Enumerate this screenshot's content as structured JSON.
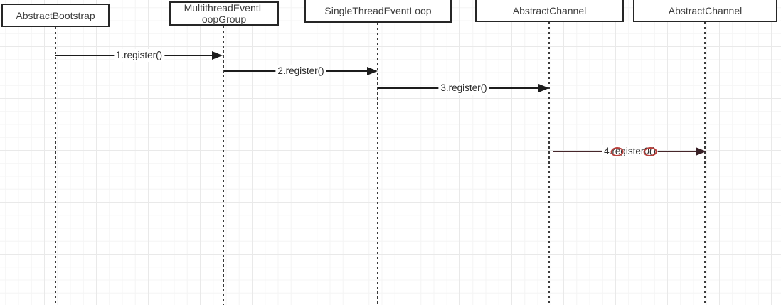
{
  "diagram": {
    "type": "uml-sequence-diagram",
    "actors": [
      {
        "id": "abstract-bootstrap",
        "label": "AbstractBootstrap"
      },
      {
        "id": "multithread-event-loop-group",
        "label": "MultithreadEventL\noopGroup"
      },
      {
        "id": "single-thread-event-loop",
        "label": "SingleThreadEventLoop"
      },
      {
        "id": "abstract-channel-1",
        "label": "AbstractChannel"
      },
      {
        "id": "abstract-channel-2",
        "label": "AbstractChannel"
      }
    ],
    "messages": [
      {
        "seq": 1,
        "label": "1.register()",
        "from": "AbstractBootstrap",
        "to": "MultithreadEventLoopGroup"
      },
      {
        "seq": 2,
        "label": "2.register()",
        "from": "MultithreadEventLoopGroup",
        "to": "SingleThreadEventLoop"
      },
      {
        "seq": 3,
        "label": "3.register()",
        "from": "SingleThreadEventLoop",
        "to": "AbstractChannel"
      },
      {
        "seq": 4,
        "label": "4.register0()",
        "from": "AbstractChannel",
        "to": "AbstractChannel",
        "annotated": "red ellipses circled over characters"
      }
    ],
    "colors": {
      "box_border": "#262626",
      "arrow": "#1c1c1c",
      "arrow_message4": "#46262a",
      "annotation_red": "#b8403c",
      "grid_minor": "#f4f4f4",
      "grid_major": "#e9e9e9",
      "text": "#3d3d3d"
    }
  }
}
